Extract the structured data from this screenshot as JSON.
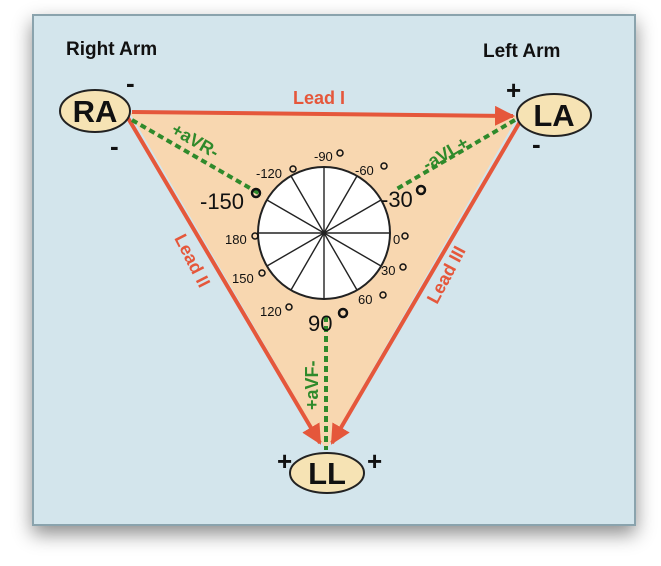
{
  "diagram": {
    "labels": {
      "right_arm": "Right Arm",
      "left_arm": "Left Arm",
      "ra": "RA",
      "la": "LA",
      "ll": "LL",
      "lead_i": "Lead I",
      "lead_ii": "Lead II",
      "lead_iii": "Lead III",
      "avr": "+aVR-",
      "avl": "-aVL+",
      "avf": "+aVF-"
    },
    "signs": {
      "ra_top": "-",
      "ra_bottom": "-",
      "la_top": "+",
      "la_bottom": "-",
      "ll_left": "+",
      "ll_right": "+"
    },
    "degrees": {
      "m120": "-120",
      "m90": "-90",
      "m60": "-60",
      "m150": "-150",
      "m30": "-30",
      "d180": "180",
      "d0": "0",
      "d150": "150",
      "d30": "30",
      "d120": "120",
      "d60": "60",
      "d90": "90"
    },
    "colors": {
      "background": "#d3e5ec",
      "triangle_fill": "#f8d7b0",
      "lead_arrow": "#e5573b",
      "augmented_lead": "#2f8a2b",
      "node_fill": "#f6e3b4",
      "wheel_fill": "#ffffff"
    }
  }
}
